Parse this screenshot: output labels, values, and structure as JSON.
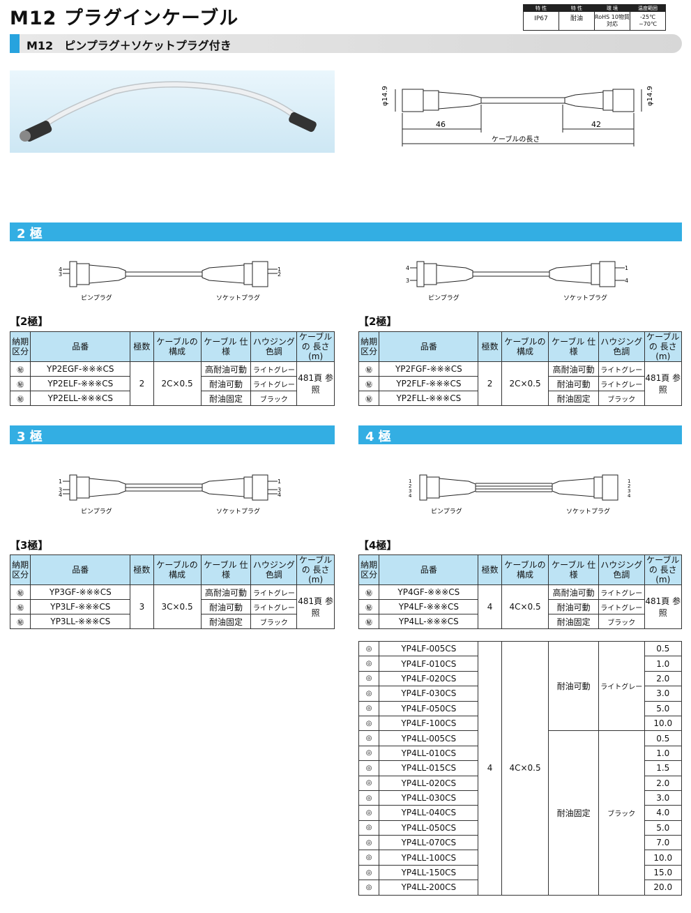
{
  "title": "M12 プラグインケーブル",
  "specs": [
    {
      "head": "特 性",
      "value": "IP67"
    },
    {
      "head": "特 性",
      "value": "耐油"
    },
    {
      "head": "環 境",
      "value": "RoHS 10物質対応"
    },
    {
      "head": "温度範囲",
      "value": "-25℃ ~70℃"
    }
  ],
  "subtitle": "M12　ピンプラグ＋ソケットプラグ付き",
  "dimension": {
    "dia_left": "φ14.9",
    "dia_right": "φ14.9",
    "len_left": "46",
    "len_right": "42",
    "cable_len": "ケーブルの長さ"
  },
  "labels": {
    "pin_plug": "ピンプラグ",
    "socket_plug": "ソケットプラグ"
  },
  "sections": {
    "s2": "2 極",
    "s3": "3 極",
    "s4": "4 極"
  },
  "tables": {
    "t2a": {
      "label": "【2極】",
      "rows": [
        {
          "mark": "㊙",
          "part": "YP2EGF-※※※CS",
          "spec": "高耐油可動",
          "color": "ライトグレー"
        },
        {
          "mark": "㊙",
          "part": "YP2ELF-※※※CS",
          "spec": "耐油可動",
          "color": "ライトグレー"
        },
        {
          "mark": "㊙",
          "part": "YP2ELL-※※※CS",
          "spec": "耐油固定",
          "color": "ブラック"
        }
      ],
      "poles": "2",
      "comp": "2C×0.5",
      "len": "481頁 参照"
    },
    "t2b": {
      "label": "【2極】",
      "rows": [
        {
          "mark": "㊙",
          "part": "YP2FGF-※※※CS",
          "spec": "高耐油可動",
          "color": "ライトグレー"
        },
        {
          "mark": "㊙",
          "part": "YP2FLF-※※※CS",
          "spec": "耐油可動",
          "color": "ライトグレー"
        },
        {
          "mark": "㊙",
          "part": "YP2FLL-※※※CS",
          "spec": "耐油固定",
          "color": "ブラック"
        }
      ],
      "poles": "2",
      "comp": "2C×0.5",
      "len": "481頁 参照"
    },
    "t3": {
      "label": "【3極】",
      "rows": [
        {
          "mark": "㊙",
          "part": "YP3GF-※※※CS",
          "spec": "高耐油可動",
          "color": "ライトグレー"
        },
        {
          "mark": "㊙",
          "part": "YP3LF-※※※CS",
          "spec": "耐油可動",
          "color": "ライトグレー"
        },
        {
          "mark": "㊙",
          "part": "YP3LL-※※※CS",
          "spec": "耐油固定",
          "color": "ブラック"
        }
      ],
      "poles": "3",
      "comp": "3C×0.5",
      "len": "481頁 参照"
    },
    "t4": {
      "label": "【4極】",
      "rows": [
        {
          "mark": "㊙",
          "part": "YP4GF-※※※CS",
          "spec": "高耐油可動",
          "color": "ライトグレー"
        },
        {
          "mark": "㊙",
          "part": "YP4LF-※※※CS",
          "spec": "耐油可動",
          "color": "ライトグレー"
        },
        {
          "mark": "㊙",
          "part": "YP4LL-※※※CS",
          "spec": "耐油固定",
          "color": "ブラック"
        }
      ],
      "poles": "4",
      "comp": "4C×0.5",
      "len": "481頁 参照"
    }
  },
  "headers": {
    "noki": "納期 区分",
    "part": "品番",
    "poles": "極数",
    "comp": "ケーブルの 構成",
    "spec": "ケーブル 仕様",
    "color": "ハウジング 色調",
    "len": "ケーブルの 長さ(m)"
  },
  "stock": {
    "poles": "4",
    "comp": "4C×0.5",
    "lf": {
      "spec": "耐油可動",
      "color": "ライトグレー",
      "rows": [
        {
          "mark": "◎",
          "part": "YP4LF-005CS",
          "len": "0.5"
        },
        {
          "mark": "◎",
          "part": "YP4LF-010CS",
          "len": "1.0"
        },
        {
          "mark": "◎",
          "part": "YP4LF-020CS",
          "len": "2.0"
        },
        {
          "mark": "◎",
          "part": "YP4LF-030CS",
          "len": "3.0"
        },
        {
          "mark": "◎",
          "part": "YP4LF-050CS",
          "len": "5.0"
        },
        {
          "mark": "◎",
          "part": "YP4LF-100CS",
          "len": "10.0"
        }
      ]
    },
    "ll": {
      "spec": "耐油固定",
      "color": "ブラック",
      "rows": [
        {
          "mark": "◎",
          "part": "YP4LL-005CS",
          "len": "0.5"
        },
        {
          "mark": "◎",
          "part": "YP4LL-010CS",
          "len": "1.0"
        },
        {
          "mark": "◎",
          "part": "YP4LL-015CS",
          "len": "1.5"
        },
        {
          "mark": "◎",
          "part": "YP4LL-020CS",
          "len": "2.0"
        },
        {
          "mark": "◎",
          "part": "YP4LL-030CS",
          "len": "3.0"
        },
        {
          "mark": "◎",
          "part": "YP4LL-040CS",
          "len": "4.0"
        },
        {
          "mark": "◎",
          "part": "YP4LL-050CS",
          "len": "5.0"
        },
        {
          "mark": "◎",
          "part": "YP4LL-070CS",
          "len": "7.0"
        },
        {
          "mark": "◎",
          "part": "YP4LL-100CS",
          "len": "10.0"
        },
        {
          "mark": "◎",
          "part": "YP4LL-150CS",
          "len": "15.0"
        },
        {
          "mark": "◎",
          "part": "YP4LL-200CS",
          "len": "20.0"
        }
      ]
    }
  }
}
